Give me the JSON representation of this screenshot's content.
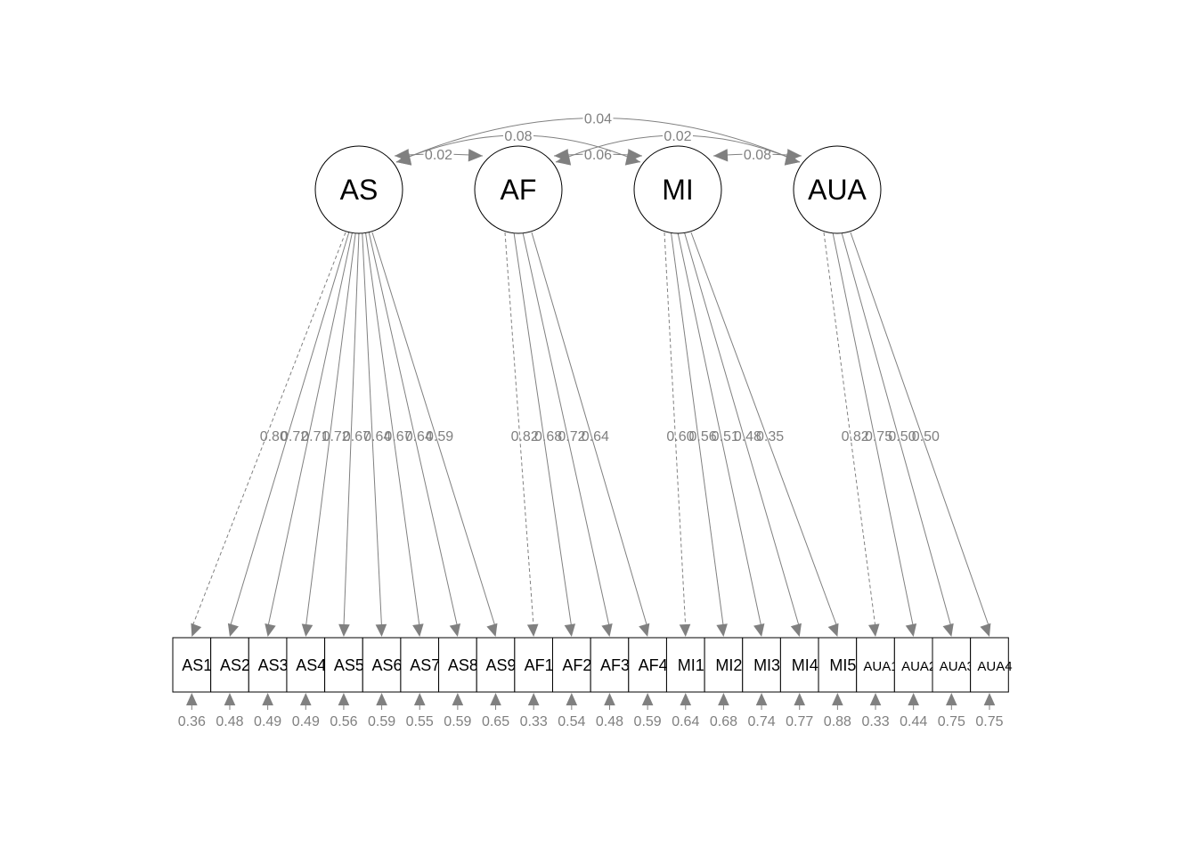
{
  "latents": [
    {
      "id": "AS",
      "label": "AS"
    },
    {
      "id": "AF",
      "label": "AF"
    },
    {
      "id": "MI",
      "label": "MI"
    },
    {
      "id": "AUA",
      "label": "AUA"
    }
  ],
  "indicators": [
    {
      "label": "AS1",
      "factor": "AS",
      "loading": "0.80",
      "residual": "0.36",
      "fixed": true
    },
    {
      "label": "AS2",
      "factor": "AS",
      "loading": "0.72",
      "residual": "0.48"
    },
    {
      "label": "AS3",
      "factor": "AS",
      "loading": "0.71",
      "residual": "0.49"
    },
    {
      "label": "AS4",
      "factor": "AS",
      "loading": "0.72",
      "residual": "0.49"
    },
    {
      "label": "AS5",
      "factor": "AS",
      "loading": "0.67",
      "residual": "0.56"
    },
    {
      "label": "AS6",
      "factor": "AS",
      "loading": "0.64",
      "residual": "0.59"
    },
    {
      "label": "AS7",
      "factor": "AS",
      "loading": "0.67",
      "residual": "0.55"
    },
    {
      "label": "AS8",
      "factor": "AS",
      "loading": "0.64",
      "residual": "0.59"
    },
    {
      "label": "AS9",
      "factor": "AS",
      "loading": "0.59",
      "residual": "0.65"
    },
    {
      "label": "AF1",
      "factor": "AF",
      "loading": "0.82",
      "residual": "0.33",
      "fixed": true
    },
    {
      "label": "AF2",
      "factor": "AF",
      "loading": "0.68",
      "residual": "0.54"
    },
    {
      "label": "AF3",
      "factor": "AF",
      "loading": "0.72",
      "residual": "0.48"
    },
    {
      "label": "AF4",
      "factor": "AF",
      "loading": "0.64",
      "residual": "0.59"
    },
    {
      "label": "MI1",
      "factor": "MI",
      "loading": "0.60",
      "residual": "0.64",
      "fixed": true
    },
    {
      "label": "MI2",
      "factor": "MI",
      "loading": "0.56",
      "residual": "0.68"
    },
    {
      "label": "MI3",
      "factor": "MI",
      "loading": "0.51",
      "residual": "0.74"
    },
    {
      "label": "MI4",
      "factor": "MI",
      "loading": "0.48",
      "residual": "0.77"
    },
    {
      "label": "MI5",
      "factor": "MI",
      "loading": "0.35",
      "residual": "0.88"
    },
    {
      "label": "AUA1",
      "factor": "AUA",
      "loading": "0.82",
      "residual": "0.33",
      "fixed": true
    },
    {
      "label": "AUA2",
      "factor": "AUA",
      "loading": "0.75",
      "residual": "0.44"
    },
    {
      "label": "AUA3",
      "factor": "AUA",
      "loading": "0.50",
      "residual": "0.75"
    },
    {
      "label": "AUA4",
      "factor": "AUA",
      "loading": "0.50",
      "residual": "0.75"
    }
  ],
  "covariances": [
    {
      "from": "AS",
      "to": "AF",
      "value": "0.02"
    },
    {
      "from": "AF",
      "to": "MI",
      "value": "0.06"
    },
    {
      "from": "MI",
      "to": "AUA",
      "value": "0.08"
    },
    {
      "from": "AS",
      "to": "MI",
      "value": "0.08"
    },
    {
      "from": "AF",
      "to": "AUA",
      "value": "0.02"
    },
    {
      "from": "AS",
      "to": "AUA",
      "value": "0.04"
    }
  ],
  "colors": {
    "edge": "#808080",
    "node_stroke": "#000000",
    "text": "#000000"
  }
}
